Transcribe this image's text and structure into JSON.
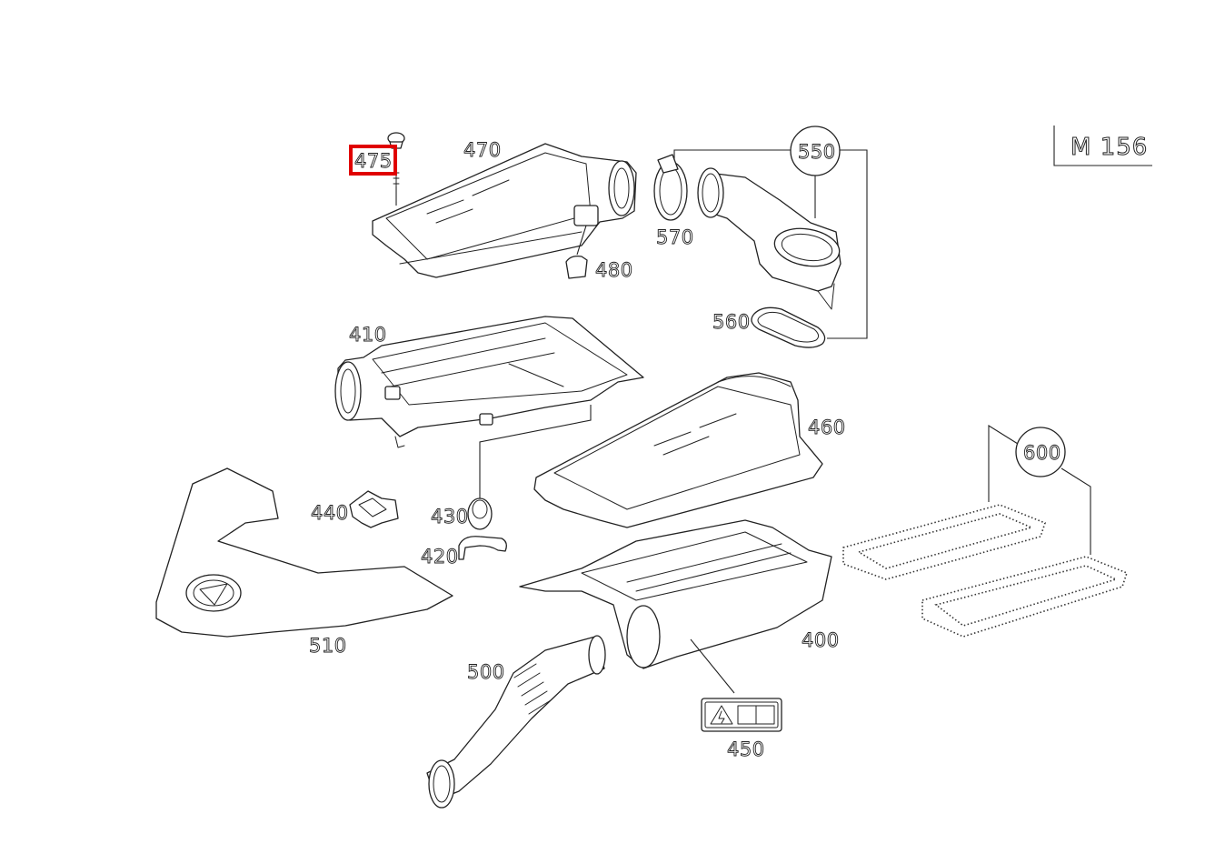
{
  "engine_code": "M 156",
  "highlighted_part": "475",
  "labels": {
    "p475": "475",
    "p470": "470",
    "p480": "480",
    "p570": "570",
    "p550": "550",
    "p560": "560",
    "p410": "410",
    "p460": "460",
    "p600": "600",
    "p440": "440",
    "p430": "430",
    "p420": "420",
    "p510": "510",
    "p400": "400",
    "p500": "500",
    "p450": "450"
  },
  "colors": {
    "highlight": "#e00000",
    "line": "#222222"
  }
}
